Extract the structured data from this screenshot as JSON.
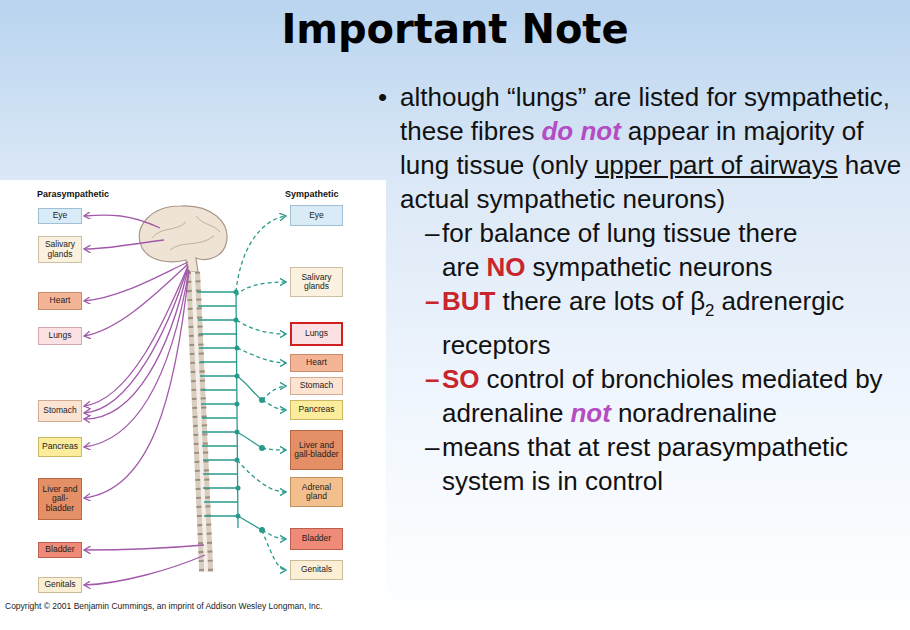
{
  "diagram": {
    "title": "Important Note",
    "nodes": [
      {
        "text": [
          "Eye"
        ]
      },
      {
        "text": [
          "Salivary glands"
        ]
      },
      {
        "text": [
          "Heart"
        ]
      },
      {
        "text": [
          "Lungs"
        ]
      },
      {
        "text": [
          "Stomach"
        ]
      },
      {
        "text": [
          "Pancreas"
        ]
      },
      {
        "text": [
          "Liver and gall-bladder"
        ]
      },
      {
        "text": [
          "Bladder"
        ]
      },
      {
        "text": [
          "Genitals"
        ]
      },
      {
        "text": [
          "Eye"
        ]
      },
      {
        "text": [
          "Salivary glands"
        ]
      },
      {
        "text": [
          "Lungs"
        ]
      },
      {
        "text": [
          "Heart"
        ]
      },
      {
        "text": [
          "Stomach"
        ]
      },
      {
        "text": [
          "Pancreas"
        ]
      },
      {
        "text": [
          "Liver and gall-bladder"
        ]
      },
      {
        "text": [
          "Adrenal gland"
        ]
      },
      {
        "text": [
          "Bladder"
        ]
      },
      {
        "text": [
          "Genitals"
        ]
      }
    ],
    "labels": [
      "Parasympathetic",
      "Sympathetic",
      "Copyright © 2001 Benjamin Cummings, an imprint of Addison Wesley Longman, Inc.",
      "•",
      "although “lungs” are listed for sympathetic, these fibres",
      "do not",
      "appear in majority of lung tissue (only",
      "upper part of airways",
      "have actual sympathetic neurons)",
      "–",
      "for balance of lung tissue there are",
      "NO",
      "sympathetic neurons",
      "–",
      "BUT",
      "there are lots of",
      "β",
      "2",
      "adrenergic receptors",
      "–",
      "SO",
      "control of bronchioles mediated by adrenaline",
      "not",
      "noradrenaline",
      "–",
      "means that at rest parasympathetic system is in control"
    ]
  }
}
